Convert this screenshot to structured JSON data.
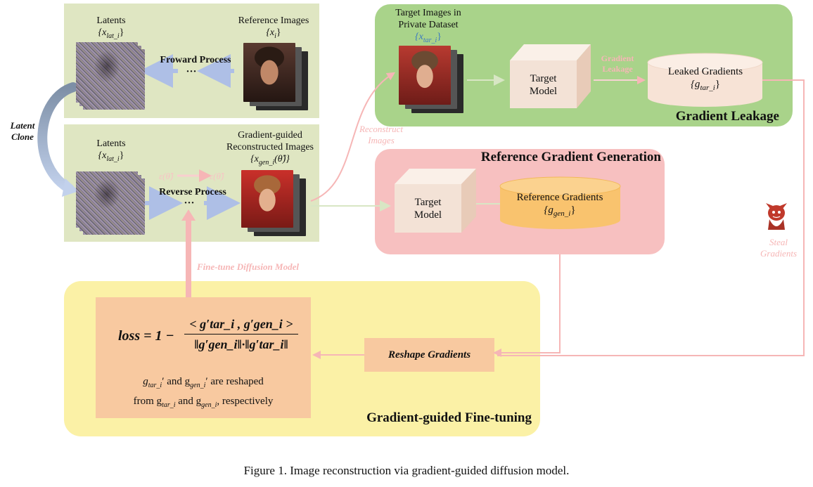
{
  "top_left": {
    "latents_label": "Latents",
    "latents_math": "{x",
    "latents_sub": "lat_i",
    "latents_close": "}",
    "ref_label": "Reference Images",
    "ref_math": "{x",
    "ref_sub": "i",
    "ref_close": "}",
    "process": "Froward Process",
    "dots": "···"
  },
  "latent_clone": "Latent Clone",
  "mid_left": {
    "latents_label": "Latents",
    "latents_math": "{x",
    "latents_sub": "lat_i",
    "latents_close": "}",
    "recon_label_1": "Gradient-guided",
    "recon_label_2": "Reconstructed Images",
    "recon_math": "{x",
    "recon_sub": "gen_i",
    "recon_close": "(θ̂)}",
    "faint_1": "ε(θ̂)",
    "faint_2": "ε(θ̂)",
    "process": "Reverse Process",
    "dots": "···"
  },
  "gradient_leakage": {
    "title": "Gradient Leakage",
    "target_label_1": "Target Images in",
    "target_label_2": "Private Dataset",
    "target_math": "{x",
    "target_sub": "tar_i",
    "target_close": "}",
    "model_1": "Target",
    "model_2": "Model",
    "arrow_label_1": "Gradient",
    "arrow_label_2": "Leakage",
    "leaked_1": "Leaked Gradients",
    "leaked_math": "{g",
    "leaked_sub": "tar_i",
    "leaked_close": "}"
  },
  "reconstruct_images_1": "Reconstruct",
  "reconstruct_images_2": "Images",
  "reference_generation": {
    "title": "Reference Gradient Generation",
    "model_1": "Target",
    "model_2": "Model",
    "ref_1": "Reference Gradients",
    "ref_math": "{g",
    "ref_sub": "gen_i",
    "ref_close": "}"
  },
  "steal_1": "Steal",
  "steal_2": "Gradients",
  "finetune_arrow_label": "Fine-tune Diffusion Model",
  "finetuning": {
    "title": "Gradient-guided Fine-tuning",
    "loss_lhs": "loss = 1 −",
    "numerator": "< g′tar_i , g′gen_i >",
    "denominator": "‖g′gen_i‖·‖g′tar_i‖",
    "note_1a": "g",
    "note_1a_sub": "tar_i",
    "note_1b": "′ and g",
    "note_1b_sub": "gen_i",
    "note_1c": "′ are reshaped",
    "note_2a": "from g",
    "note_2a_sub": "tar_i",
    "note_2b": " and g",
    "note_2b_sub": "gen_i",
    "note_2c": ", respectively",
    "reshape": "Reshape Gradients"
  },
  "caption": "Figure 1. Image reconstruction via gradient-guided diffusion model.",
  "colors": {
    "green_panel": "#dfe6c2",
    "leakage_panel": "#a9d38a",
    "reference_panel": "#f7c0c0",
    "finetune_panel": "#fbf1a6",
    "salmon_box": "#f8c9a0",
    "cylinder_pink": "#f7e3d6",
    "cylinder_orange": "#f9c36e",
    "cube": "#f3e2d6",
    "blue_arrow": "#aebfe6",
    "pink_arrow": "#f6b6b6",
    "devil": "#c0392b"
  },
  "icons": [
    "devil-icon"
  ]
}
